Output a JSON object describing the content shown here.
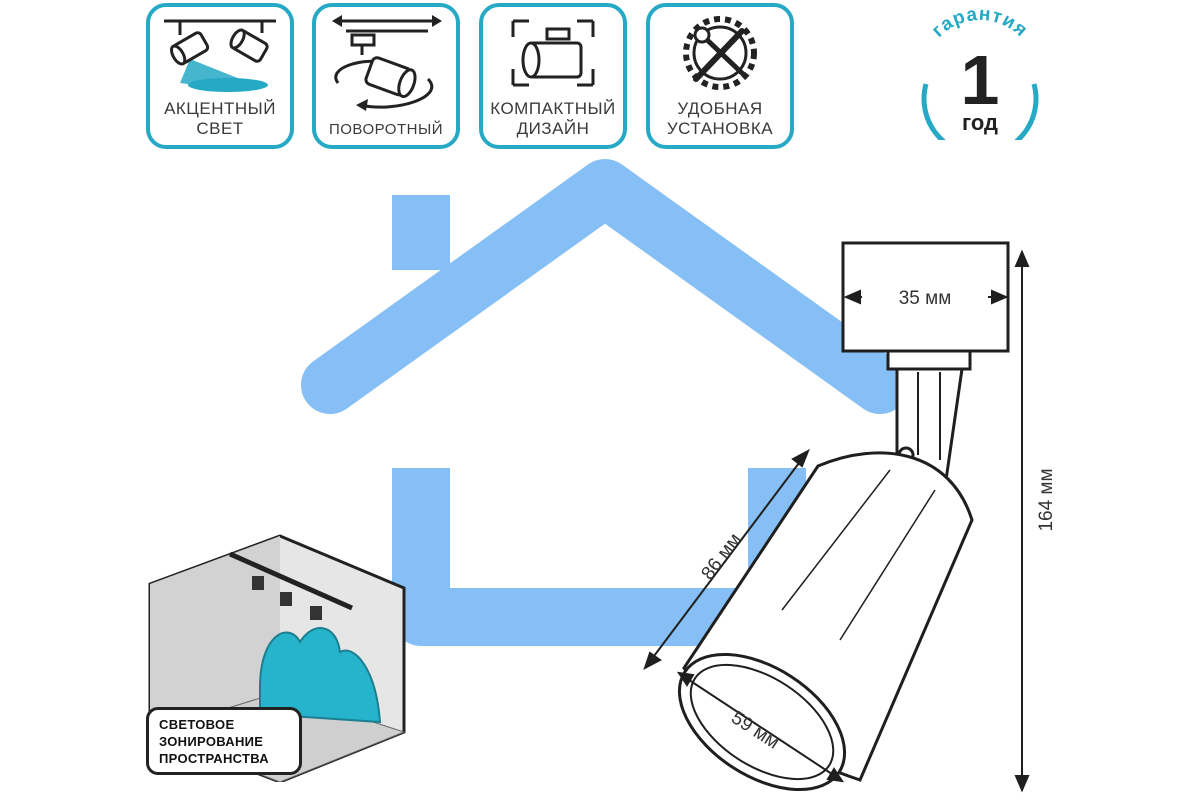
{
  "features": [
    {
      "icon": "accent-light-icon",
      "lines": [
        "АКЦЕНТНЫЙ",
        "СВЕТ"
      ]
    },
    {
      "icon": "rotation-icon",
      "lines": [
        "ПОВОРОТНЫЙ"
      ]
    },
    {
      "icon": "compact-design-icon",
      "lines": [
        "КОМПАКТНЫЙ",
        "ДИЗАЙН"
      ]
    },
    {
      "icon": "installation-tools-icon",
      "lines": [
        "УДОБНАЯ",
        "УСТАНОВКА"
      ]
    }
  ],
  "warranty": {
    "label": "гарантия",
    "number": "1",
    "unit": "год"
  },
  "zoning": {
    "lines": [
      "СВЕТОВОЕ",
      "ЗОНИРОВАНИЕ",
      "ПРОСТРАНСТВА"
    ]
  },
  "dimensions": {
    "adapter_width": "35 мм",
    "total_height": "164 мм",
    "body_length": "86 мм",
    "body_diameter": "59 мм"
  },
  "colors": {
    "accent": "#25a9c4",
    "watermark": "#7fbcf5",
    "outline": "#1f1f1f"
  }
}
